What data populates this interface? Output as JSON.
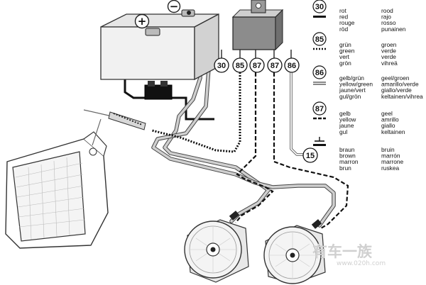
{
  "terminals": {
    "t30": "30",
    "t85": "85",
    "t87a": "87",
    "t87b": "87",
    "t86": "86",
    "t15": "15"
  },
  "battery": {
    "plus_symbol": "+",
    "minus_symbol": "−"
  },
  "legend": [
    {
      "key": "30",
      "left": [
        "rot",
        "red",
        "rouge",
        "röd"
      ],
      "right": [
        "rood",
        "rajo",
        "rosso",
        "punainen"
      ]
    },
    {
      "key": "85",
      "left": [
        "grün",
        "green",
        "vert",
        "grön"
      ],
      "right": [
        "groen",
        "verde",
        "verde",
        "vihreä"
      ]
    },
    {
      "key": "86",
      "left": [
        "gelb/grün",
        "yellow/green",
        "jaune/vert",
        "gul/grön"
      ],
      "right": [
        "geel/groen",
        "amarillo/verde",
        "giallo/verde",
        "keltainen/vihrea"
      ]
    },
    {
      "key": "87",
      "left": [
        "gelb",
        "yellow",
        "jaune",
        "gul"
      ],
      "right": [
        "geel",
        "amrillo",
        "giallo",
        "keltainen"
      ]
    },
    {
      "key": "",
      "left": [
        "braun",
        "brown",
        "marron",
        "brun"
      ],
      "right": [
        "bruin",
        "marrón",
        "marrone",
        "ruskea"
      ]
    }
  ],
  "watermark": {
    "brand": "有车一族",
    "url": "www.020h.com"
  }
}
